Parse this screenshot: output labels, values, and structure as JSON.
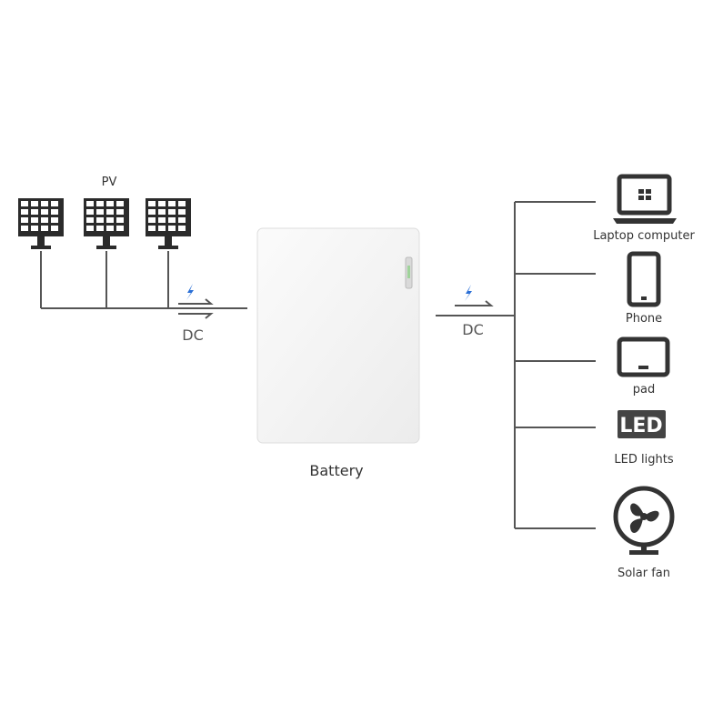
{
  "pv_label": "PV",
  "dc_left_label": "DC",
  "dc_right_label": "DC",
  "battery_label": "Battery",
  "devices": [
    {
      "name": "laptop",
      "label": "Laptop computer",
      "icon": "laptop-icon"
    },
    {
      "name": "phone",
      "label": "Phone",
      "icon": "phone-icon"
    },
    {
      "name": "pad",
      "label": "pad",
      "icon": "tablet-icon"
    },
    {
      "name": "led",
      "label": "LED lights",
      "icon": "led-icon",
      "icon_text": "LED"
    },
    {
      "name": "fan",
      "label": "Solar fan",
      "icon": "fan-icon"
    }
  ],
  "colors": {
    "line": "#555555",
    "icon": "#333333",
    "bolt": "#2a6fd6",
    "battery_body": "#f4f4f4"
  }
}
